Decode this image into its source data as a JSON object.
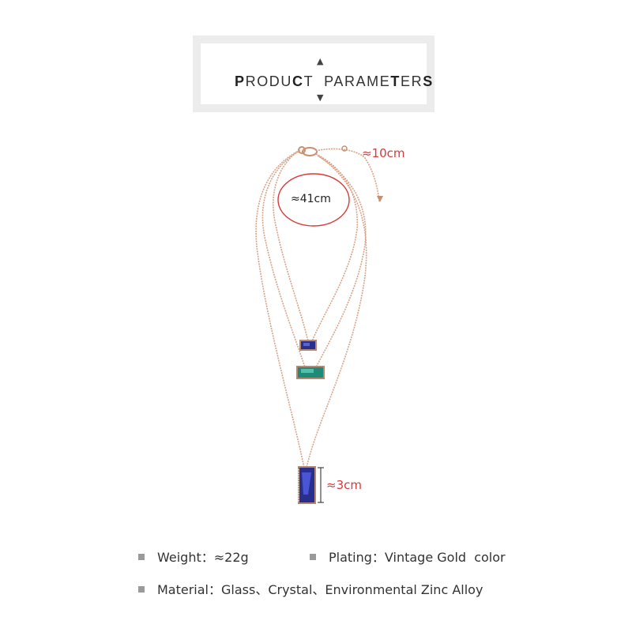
{
  "header": {
    "title_parts": [
      {
        "text": "P",
        "bold": true
      },
      {
        "text": "RODU",
        "bold": false
      },
      {
        "text": "C",
        "bold": true
      },
      {
        "text": "T  PARAME",
        "bold": false
      },
      {
        "text": "T",
        "bold": true
      },
      {
        "text": "ER",
        "bold": false
      },
      {
        "text": "S",
        "bold": true
      }
    ],
    "arrow_up": "▲",
    "arrow_down": "▼"
  },
  "measurements": {
    "extender": "≈10cm",
    "chain": "≈41cm",
    "pendant": "≈3cm"
  },
  "specs": {
    "weight": "Weight：≈22g",
    "plating": "Plating：Vintage Gold  color",
    "material": "Material：Glass、Crystal、Environmental Zinc Alloy"
  },
  "colors": {
    "chain": "#d7a48a",
    "annotation": "#d83a3a",
    "gem_blue": "#2a2f8e",
    "gem_green": "#1f8a7a",
    "bullet": "#9a9a9a"
  }
}
